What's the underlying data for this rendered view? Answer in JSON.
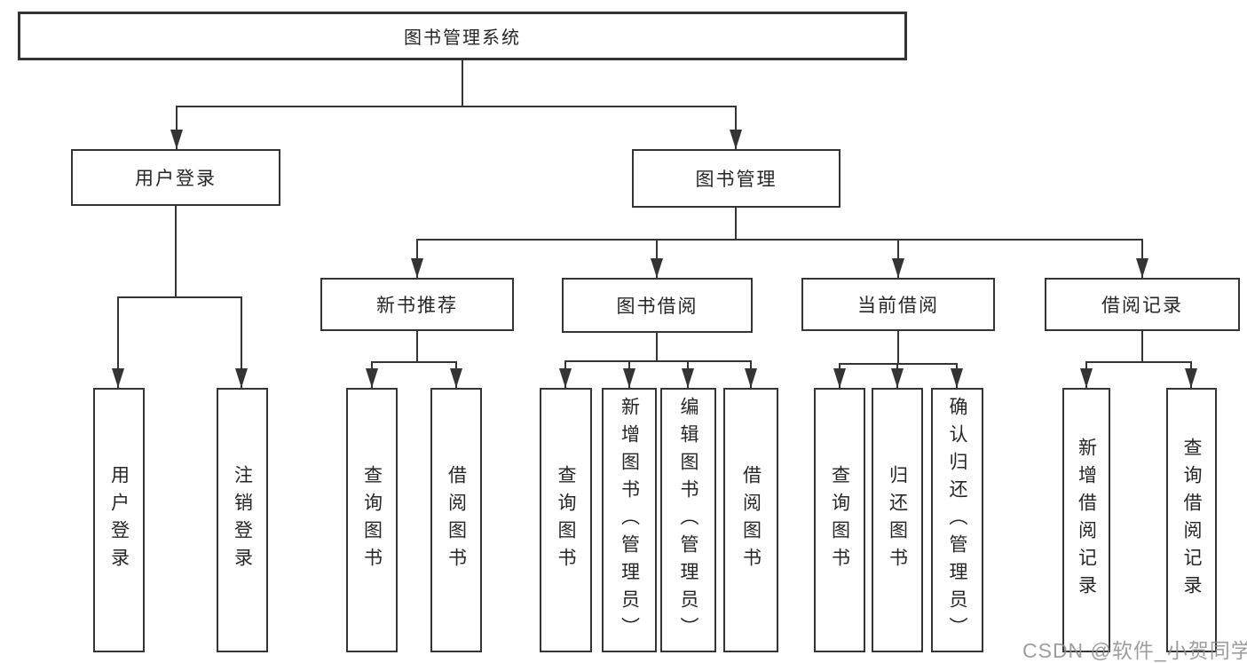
{
  "diagram": {
    "root": {
      "label": "图书管理系统",
      "children": [
        {
          "label": "用户登录",
          "children": [
            {
              "label": "用户登录"
            },
            {
              "label": "注销登录"
            }
          ]
        },
        {
          "label": "图书管理",
          "children": [
            {
              "label": "新书推荐",
              "children": [
                {
                  "label": "查询图书"
                },
                {
                  "label": "借阅图书"
                }
              ]
            },
            {
              "label": "图书借阅",
              "children": [
                {
                  "label": "查询图书"
                },
                {
                  "label": "新增图书（管理员）"
                },
                {
                  "label": "编辑图书（管理员）"
                },
                {
                  "label": "借阅图书"
                }
              ]
            },
            {
              "label": "当前借阅",
              "children": [
                {
                  "label": "查询图书"
                },
                {
                  "label": "归还图书"
                },
                {
                  "label": "确认归还（管理员）"
                }
              ]
            },
            {
              "label": "借阅记录",
              "children": [
                {
                  "label": "新增借阅记录"
                },
                {
                  "label": "查询借阅记录"
                }
              ]
            }
          ]
        }
      ]
    }
  },
  "watermark": {
    "text": "CSDN @软件_小贺同学"
  },
  "colors": {
    "line": "#343434",
    "box_background": "#ffffff",
    "text": "#262626",
    "watermark": "#8c8c8c"
  }
}
